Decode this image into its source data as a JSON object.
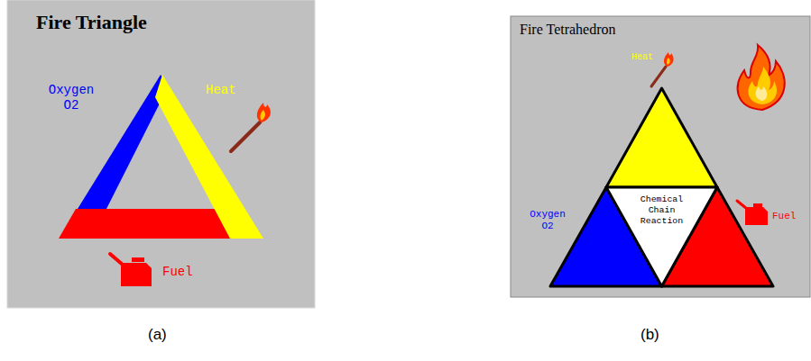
{
  "diagram": {
    "nodes": [
      {
        "text": [
          "Chemical Chain Reaction"
        ]
      }
    ],
    "labels": [
      "Fire Triangle",
      "Oxygen O2",
      "Heat",
      "Fuel",
      "(a)",
      "Fire Tetrahedron",
      "Heat",
      "Oxygen O2",
      "Fuel",
      "(b)"
    ]
  }
}
